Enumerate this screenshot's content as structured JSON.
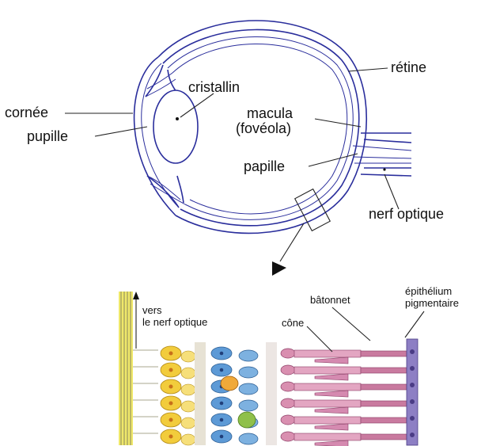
{
  "eye_labels": {
    "cornea": "cornée",
    "pupil": "pupille",
    "lens": "cristallin",
    "macula": "macula",
    "fovea": "(fovéola)",
    "retina": "rétine",
    "papilla": "papille",
    "optic_nerve": "nerf optique"
  },
  "retina_labels": {
    "towards_line1": "vers",
    "towards_line2": "le nerf optique",
    "rod": "bâtonnet",
    "cone": "cône",
    "epithelium_line1": "épithélium",
    "epithelium_line2": "pigmentaire"
  },
  "colors": {
    "eye_outline": "#2a2e9c",
    "fiber_layer": "#efe86a",
    "ganglion_cells": "#f2cc3c",
    "bipolar_cells": "#5d9ad6",
    "photoreceptors": "#d98fb0",
    "epithelium": "#8d7fc4"
  }
}
